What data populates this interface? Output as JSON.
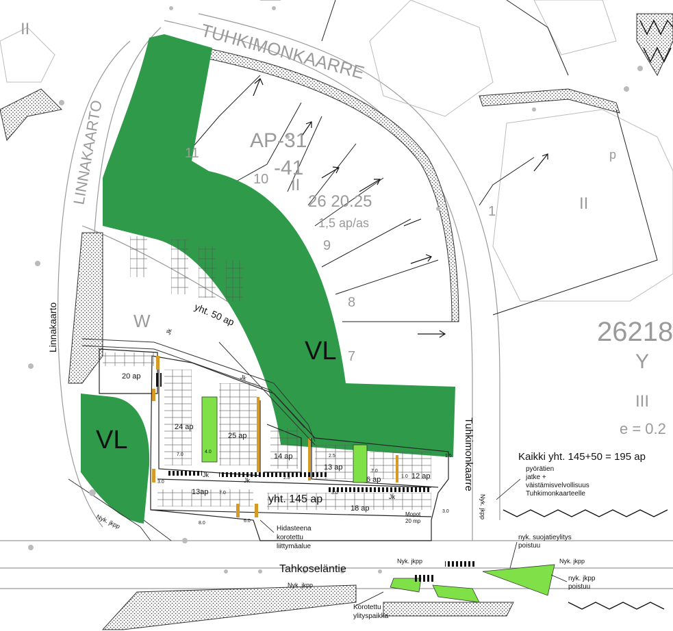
{
  "streets": {
    "tuhkimonkaarre_top": "TUHKIMONKAARRE",
    "linnakaarto_vertical": "LINNAKAARTO",
    "linnakaarto": "Linnakaarto",
    "tuhkimonkaarre": "Tuhkimonkaarre",
    "tahkoselantie": "Tahkoseläntie"
  },
  "zones": {
    "vl_main": "VL",
    "vl_left": "VL",
    "block_code": "AP-31",
    "block_code2": "-41",
    "block_number": "26 20.25",
    "parking_ratio": "1,5 ap/as",
    "right_block": "26218",
    "right_y": "Y",
    "right_iii": "III",
    "right_e": "e = 0.2",
    "floors_left": "II",
    "floors_mid": "II",
    "floors_right": "II",
    "plot_p": "p",
    "w_letter": "W"
  },
  "plots": [
    "11",
    "10",
    "9",
    "8",
    "7",
    "1"
  ],
  "parking": {
    "total_upper": "yht. 50 ap",
    "total_lower": "yht. 145 ap",
    "grand_total": "Kaikki yht. 145+50 = 195 ap",
    "lots": [
      "20 ap",
      "24 ap",
      "25 ap",
      "14 ap",
      "13 ap",
      "6 ap",
      "12 ap",
      "13ap",
      "18 ap"
    ],
    "moped": "Mopot",
    "moped_count": "20 mp"
  },
  "dimensions": [
    "7.0",
    "4.0",
    "2.5",
    "7.0",
    "1.0",
    "3.0",
    "7.0",
    "2.8",
    "3.0",
    "8.0",
    "6.0",
    "3.0",
    "1.5"
  ],
  "walkway": "Jk",
  "annotations": {
    "cycle_path": [
      "pyörätien",
      "jatke +",
      "väistämisvelvollisuus",
      "Tuhkimonkaarteelle"
    ],
    "speed_bump": [
      "Hidasteena",
      "korotettu",
      "liittymäalue"
    ],
    "crossing_removed": [
      "nyk. suojatieylitys",
      "poistuu"
    ],
    "jkpp_removed": [
      "nyk. jkpp",
      "poistuu"
    ],
    "raised_crossing": [
      "Korotettu",
      "ylityspaikka"
    ],
    "nyk_jkpp": "Nyk. jkpp"
  },
  "colors": {
    "park_green": "#2f9a49",
    "light_green": "#7fe048",
    "road_line": "#9a9a9a",
    "parking_divider": "#d69a26"
  }
}
